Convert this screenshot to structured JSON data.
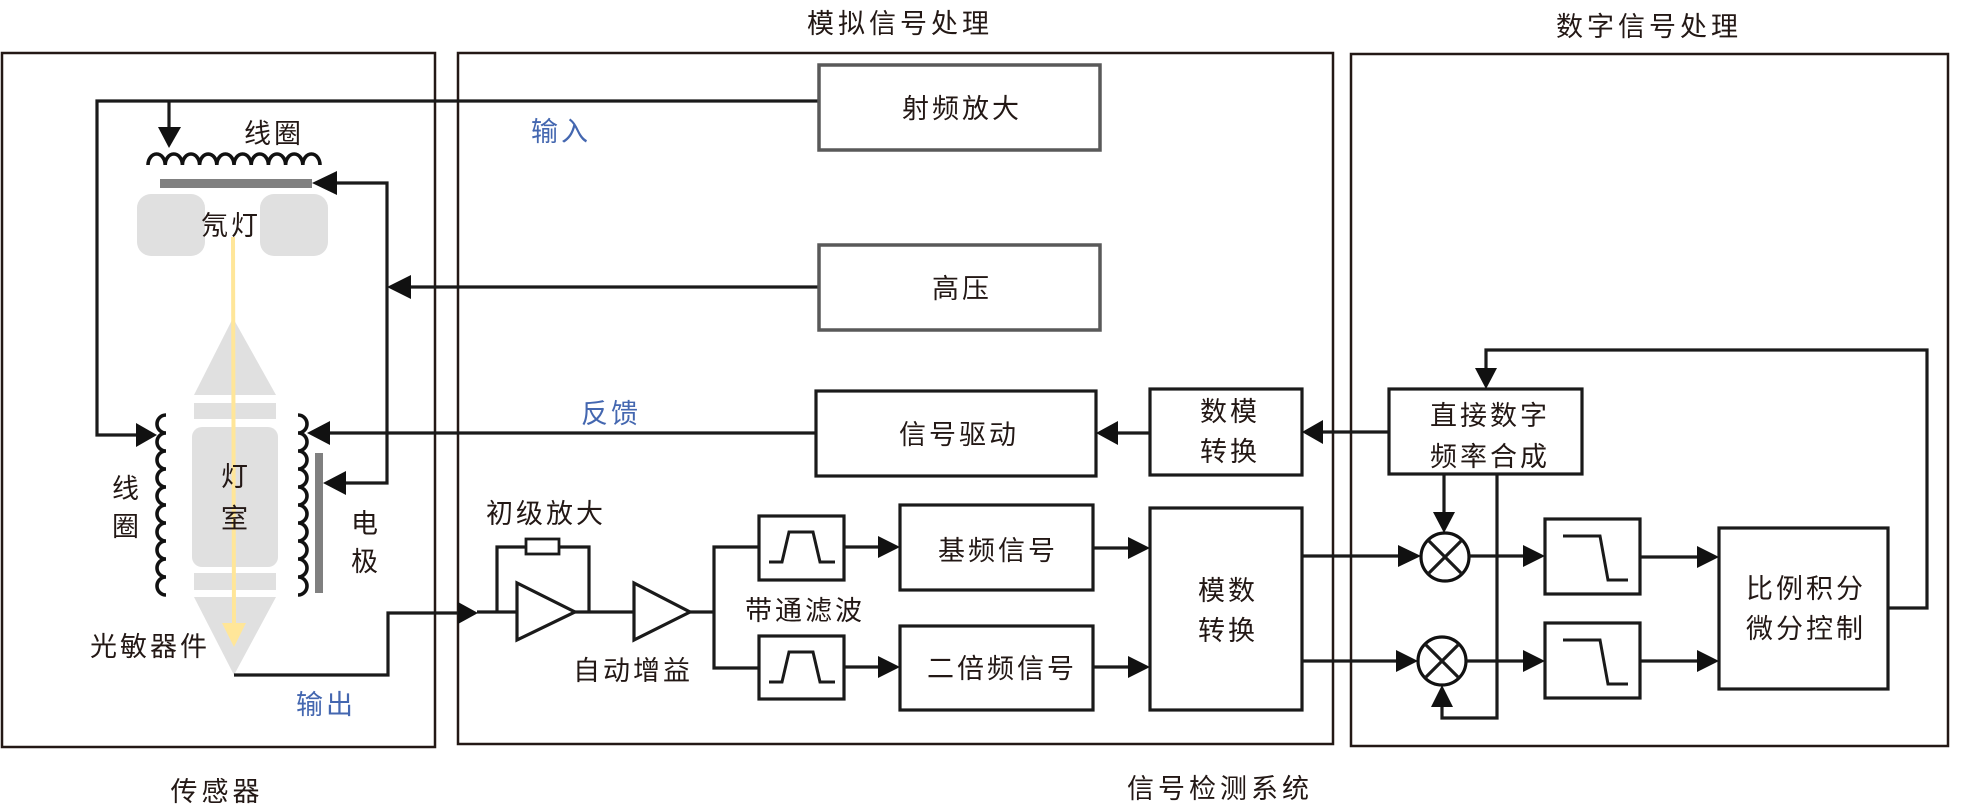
{
  "section_labels": {
    "analog": "模拟信号处理",
    "digital": "数字信号处理",
    "sensor": "传感器",
    "system": "信号检测系统"
  },
  "sensor": {
    "coil_top": "线圈",
    "lamp": "氖灯",
    "coil_side": [
      "线",
      "圈"
    ],
    "lamp_chamber": [
      "灯",
      "室"
    ],
    "electrode": [
      "电",
      "极"
    ],
    "photodetector": "光敏器件"
  },
  "signals": {
    "input": "输入",
    "feedback": "反馈",
    "output": "输出"
  },
  "analog_blocks": {
    "rf_amplifier": "射频放大",
    "high_voltage": "高压",
    "signal_driver": "信号驱动",
    "dac": [
      "数模",
      "转换"
    ],
    "preamplifier": "初级放大",
    "auto_gain": "自动增益",
    "bandpass_filter": "带通滤波",
    "fundamental_signal": "基频信号",
    "second_harmonic_signal": "二倍频信号",
    "adc": [
      "模数",
      "转换"
    ]
  },
  "digital_blocks": {
    "dds": [
      "直接数字",
      "频率合成"
    ],
    "pid": [
      "比例积分",
      "微分控制"
    ]
  },
  "colors": {
    "signal_label": "#4467b0",
    "lamp_body": "#e0e0e0",
    "electrode": "#808080",
    "light_beam": "#ffe699",
    "line": "#231815"
  }
}
